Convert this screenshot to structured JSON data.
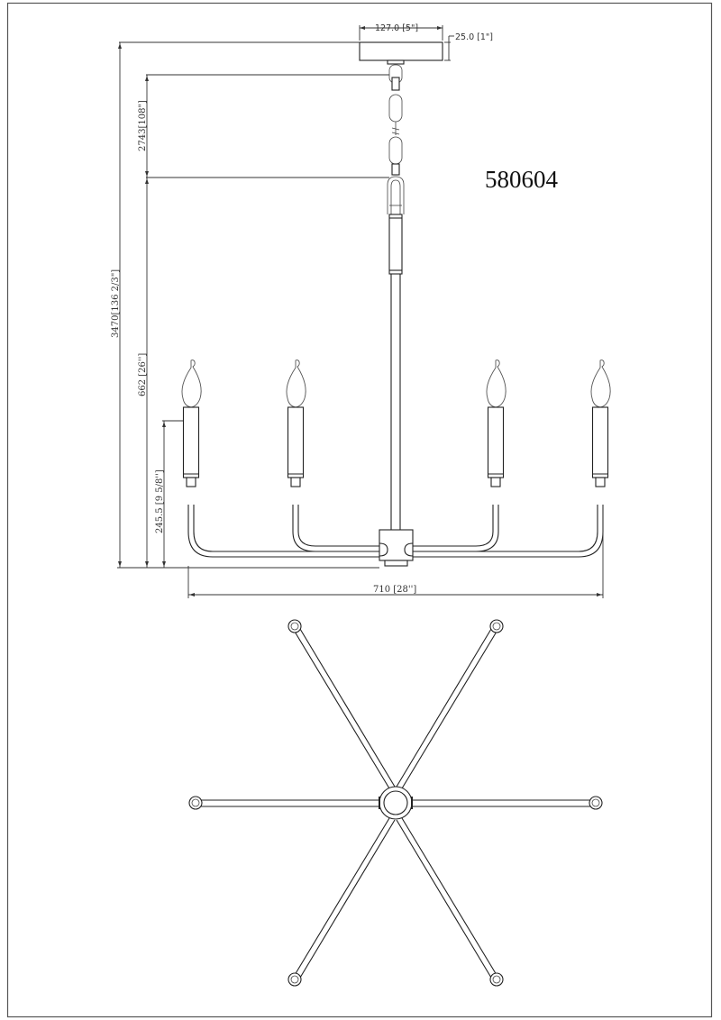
{
  "drawing": {
    "model_number": "580604",
    "views": [
      "front-elevation",
      "top-plan"
    ]
  },
  "dimensions": {
    "canopy_width": "127.0 [5\"]",
    "canopy_height": "25.0 [1\"]",
    "chain_length": "2743[108\"]",
    "overall_height": "3470[136 2/3\"]",
    "body_height": "662 [26'']",
    "candle_height": "245.5 [9 5/8'']",
    "overall_width": "710 [28'']"
  },
  "fixture": {
    "arms_count": 6,
    "visible_arms_front": 4,
    "colors": {
      "line": "#222222",
      "frame": "#555555",
      "background": "#ffffff"
    }
  }
}
